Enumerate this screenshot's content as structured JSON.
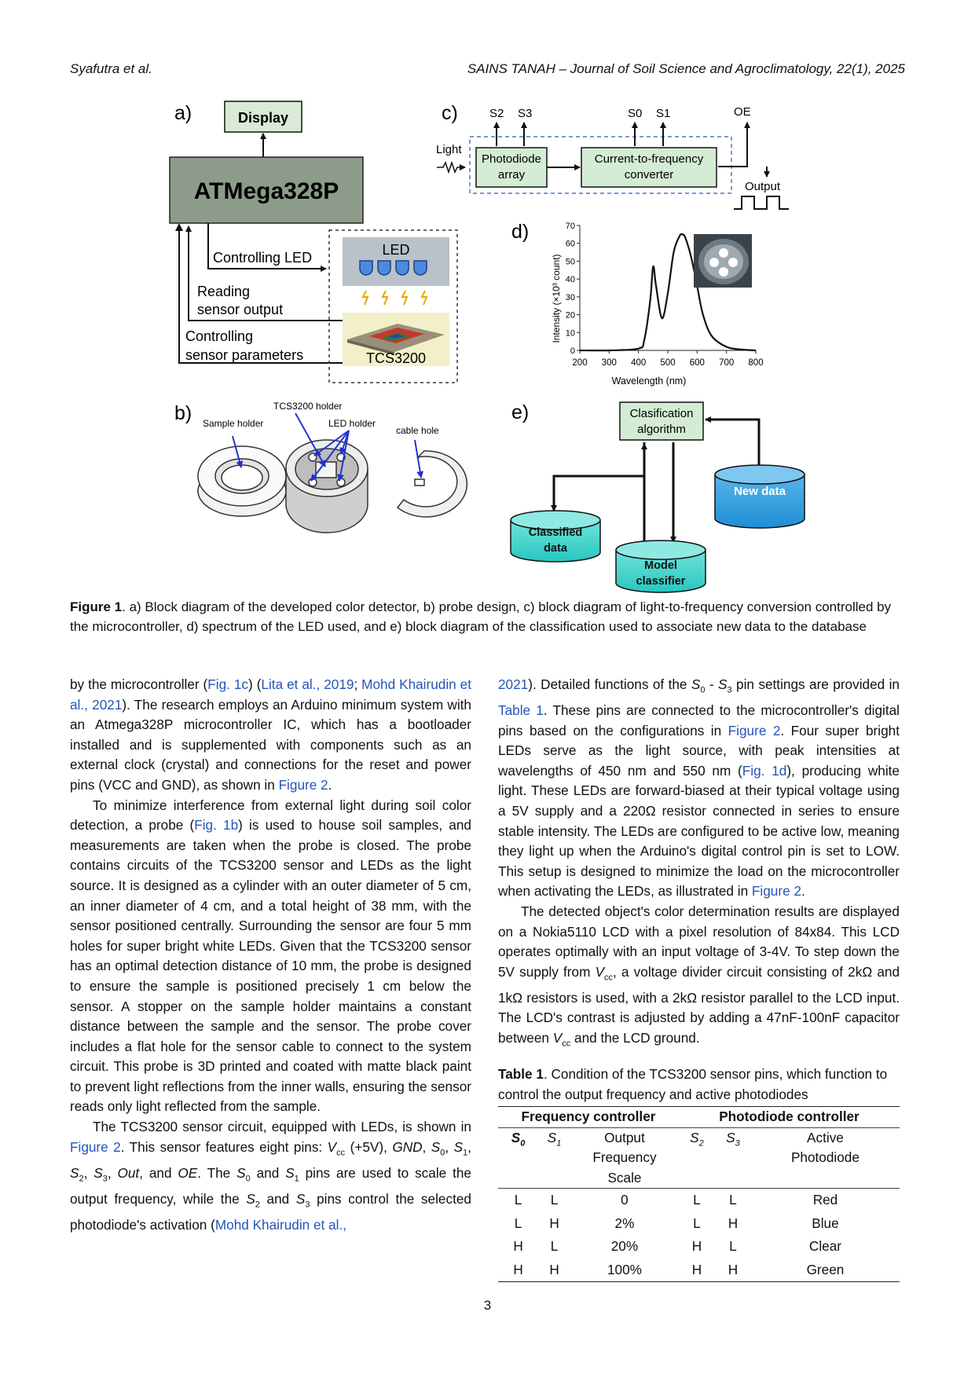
{
  "header": {
    "left": "Syafutra et al.",
    "right": "SAINS TANAH – Journal of Soil Science and Agroclimatology, 22(1), 2025"
  },
  "figure": {
    "panel_a": {
      "tag": "a)",
      "display": "Display",
      "mcu": "ATMega328P",
      "ctrl_led": "Controlling LED",
      "reading_1": "Reading",
      "reading_2": "sensor output",
      "ctrl_sensor_1": "Controlling",
      "ctrl_sensor_2": "sensor parameters",
      "led": "LED",
      "tcs": "TCS3200"
    },
    "panel_b": {
      "tag": "b)",
      "tcs_holder": "TCS3200 holder",
      "sample_holder": "Sample holder",
      "led_holder": "LED holder",
      "cable_hole": "cable hole"
    },
    "panel_c": {
      "tag": "c)",
      "s2": "S2",
      "s3": "S3",
      "s0": "S0",
      "s1": "S1",
      "oe": "OE",
      "light": "Light",
      "pd_1": "Photodiode",
      "pd_2": "array",
      "cf_1": "Current-to-frequency",
      "cf_2": "converter",
      "output": "Output"
    },
    "panel_d": {
      "tag": "d)",
      "ylabel": "Intensity (×10³ count)",
      "xlabel": "Wavelength (nm)"
    },
    "panel_e": {
      "tag": "e)",
      "algo_1": "Clasification",
      "algo_2": "algorithm",
      "new_data": "New data",
      "classified_1": "Classified",
      "classified_2": "data",
      "model_1": "Model",
      "model_2": "classifier"
    }
  },
  "chart_data": {
    "type": "line",
    "x": [
      200,
      300,
      400,
      420,
      440,
      450,
      460,
      480,
      500,
      520,
      540,
      550,
      560,
      580,
      600,
      620,
      650,
      700,
      750,
      800
    ],
    "y": [
      0,
      0,
      1,
      6,
      28,
      47,
      36,
      18,
      32,
      55,
      64,
      65,
      63,
      52,
      36,
      20,
      8,
      2,
      0.5,
      0
    ],
    "xlabel": "Wavelength (nm)",
    "ylabel": "Intensity (×10³ count)",
    "xlim": [
      200,
      800
    ],
    "ylim": [
      0,
      70
    ],
    "xticks": [
      200,
      300,
      400,
      500,
      600,
      700,
      800
    ],
    "yticks": [
      0,
      10,
      20,
      30,
      40,
      50,
      60,
      70
    ]
  },
  "caption": {
    "label": "Figure 1",
    "text": ". a) Block diagram of the developed color detector, b) probe design, c) block diagram of light-to-frequency conversion controlled by the microcontroller, d) spectrum of the LED used, and e) block diagram of the classification used to associate new data to the database"
  },
  "left_col": {
    "p1": [
      {
        "t": "by the microcontroller ("
      },
      {
        "t": "Fig. 1c",
        "l": 1
      },
      {
        "t": ") ("
      },
      {
        "t": "Lita et al., 2019",
        "l": 1
      },
      {
        "t": "; "
      },
      {
        "t": "Mohd Khairudin et al., 2021",
        "l": 1
      },
      {
        "t": "). The research employs an Arduino minimum system with an Atmega328P microcontroller IC, which has a bootloader installed and is supplemented with components such as an external clock (crystal) and connections for the reset and power pins (VCC and GND), as shown in "
      },
      {
        "t": "Figure 2",
        "l": 1
      },
      {
        "t": "."
      }
    ],
    "p2": [
      {
        "t": "To minimize interference from external light during soil color detection, a probe ("
      },
      {
        "t": "Fig. 1b",
        "l": 1
      },
      {
        "t": ") is used to house soil samples, and measurements are taken when the probe is closed. The probe contains circuits of the TCS3200 sensor and LEDs as the light source. It is designed as a cylinder with an outer diameter of 5 cm, an inner diameter of 4 cm, and a total height of 38 mm, with the sensor positioned centrally. Surrounding the sensor are four 5 mm holes for super bright white LEDs. Given that the TCS3200 sensor has an optimal detection distance of 10 mm, the probe is designed to ensure the sample is positioned precisely 1 cm below the sensor. A stopper on the sample holder maintains a constant distance between the sample and the sensor. The probe cover includes a flat hole for the sensor cable to connect to the system circuit. This probe is 3D printed and coated with matte black paint to prevent light reflections from the inner walls, ensuring the sensor reads only light reflected from the sample."
      }
    ],
    "p3": [
      {
        "t": "The TCS3200 sensor circuit, equipped with LEDs, is shown in "
      },
      {
        "t": "Figure 2",
        "l": 1
      },
      {
        "t": ". This sensor features eight pins: "
      },
      {
        "t": "V",
        "i": 1
      },
      {
        "t": "cc",
        "sub": 1
      },
      {
        "t": " (+5V), "
      },
      {
        "t": "GND",
        "i": 1
      },
      {
        "t": ", "
      },
      {
        "t": "S",
        "i": 1
      },
      {
        "t": "0",
        "sub": 1
      },
      {
        "t": ", "
      },
      {
        "t": "S",
        "i": 1
      },
      {
        "t": "1",
        "sub": 1
      },
      {
        "t": ", "
      },
      {
        "t": "S",
        "i": 1
      },
      {
        "t": "2",
        "sub": 1
      },
      {
        "t": ", "
      },
      {
        "t": "S",
        "i": 1
      },
      {
        "t": "3",
        "sub": 1
      },
      {
        "t": ", "
      },
      {
        "t": "Out",
        "i": 1
      },
      {
        "t": ", and "
      },
      {
        "t": "OE",
        "i": 1
      },
      {
        "t": ". The "
      },
      {
        "t": "S",
        "i": 1
      },
      {
        "t": "0",
        "sub": 1
      },
      {
        "t": " and "
      },
      {
        "t": "S",
        "i": 1
      },
      {
        "t": "1",
        "sub": 1
      },
      {
        "t": " pins are used to scale the output frequency, while the "
      },
      {
        "t": "S",
        "i": 1
      },
      {
        "t": "2",
        "sub": 1
      },
      {
        "t": " and "
      },
      {
        "t": "S",
        "i": 1
      },
      {
        "t": "3",
        "sub": 1
      },
      {
        "t": " pins control the selected photodiode's activation ("
      },
      {
        "t": "Mohd Khairudin et al.,",
        "l": 1
      }
    ]
  },
  "right_col": {
    "p1": [
      {
        "t": "2021",
        "l": 1
      },
      {
        "t": "). Detailed functions of the "
      },
      {
        "t": "S",
        "i": 1
      },
      {
        "t": "0",
        "sub": 1
      },
      {
        "t": " - "
      },
      {
        "t": "S",
        "i": 1
      },
      {
        "t": "3",
        "sub": 1
      },
      {
        "t": " pin settings are provided in "
      },
      {
        "t": "Table 1",
        "l": 1
      },
      {
        "t": ". These pins are connected to the microcontroller's digital pins based on the configurations in "
      },
      {
        "t": "Figure 2",
        "l": 1
      },
      {
        "t": ". Four super bright LEDs serve as the light source, with peak intensities at wavelengths of 450 nm and 550 nm ("
      },
      {
        "t": "Fig. 1d",
        "l": 1
      },
      {
        "t": "), producing white light. These LEDs are forward-biased at their typical voltage using a 5V supply and a 220Ω resistor connected in series to ensure stable intensity. The LEDs are configured to be active low, meaning they light up when the Arduino's digital control pin is set to LOW. This setup is designed to minimize the load on the microcontroller when activating the LEDs, as illustrated in "
      },
      {
        "t": "Figure 2",
        "l": 1
      },
      {
        "t": "."
      }
    ],
    "p2": [
      {
        "t": "The detected object's color determination results are displayed on a Nokia5110 LCD with a pixel resolution of 84x84. This LCD operates optimally with an input voltage of 3-4V. To step down the 5V supply from "
      },
      {
        "t": "V",
        "i": 1
      },
      {
        "t": "cc",
        "sub": 1
      },
      {
        "t": ", a voltage divider circuit consisting of 2kΩ and 1kΩ resistors is used, with a 2kΩ resistor parallel to the LCD input. The LCD's contrast is adjusted by adding a 47nF-100nF capacitor between "
      },
      {
        "t": "V",
        "i": 1
      },
      {
        "t": "cc",
        "sub": 1
      },
      {
        "t": " and the LCD ground."
      }
    ]
  },
  "table1": {
    "label": "Table 1",
    "caption": ". Condition of the TCS3200 sensor pins, which function to control the output frequency and active photodiodes",
    "group_freq": "Frequency controller",
    "group_photo": "Photodiode controller",
    "col_s0": "0",
    "col_s1": "1",
    "col_s2": "2",
    "col_s3": "3",
    "col_s_letter": "S",
    "col_output": "Output Frequency Scale",
    "col_active": "Active Photodiode",
    "rows": [
      [
        "L",
        "L",
        "0",
        "L",
        "L",
        "Red"
      ],
      [
        "L",
        "H",
        "2%",
        "L",
        "H",
        "Blue"
      ],
      [
        "H",
        "L",
        "20%",
        "H",
        "L",
        "Clear"
      ],
      [
        "H",
        "H",
        "100%",
        "H",
        "H",
        "Green"
      ]
    ]
  },
  "page_number": "3"
}
